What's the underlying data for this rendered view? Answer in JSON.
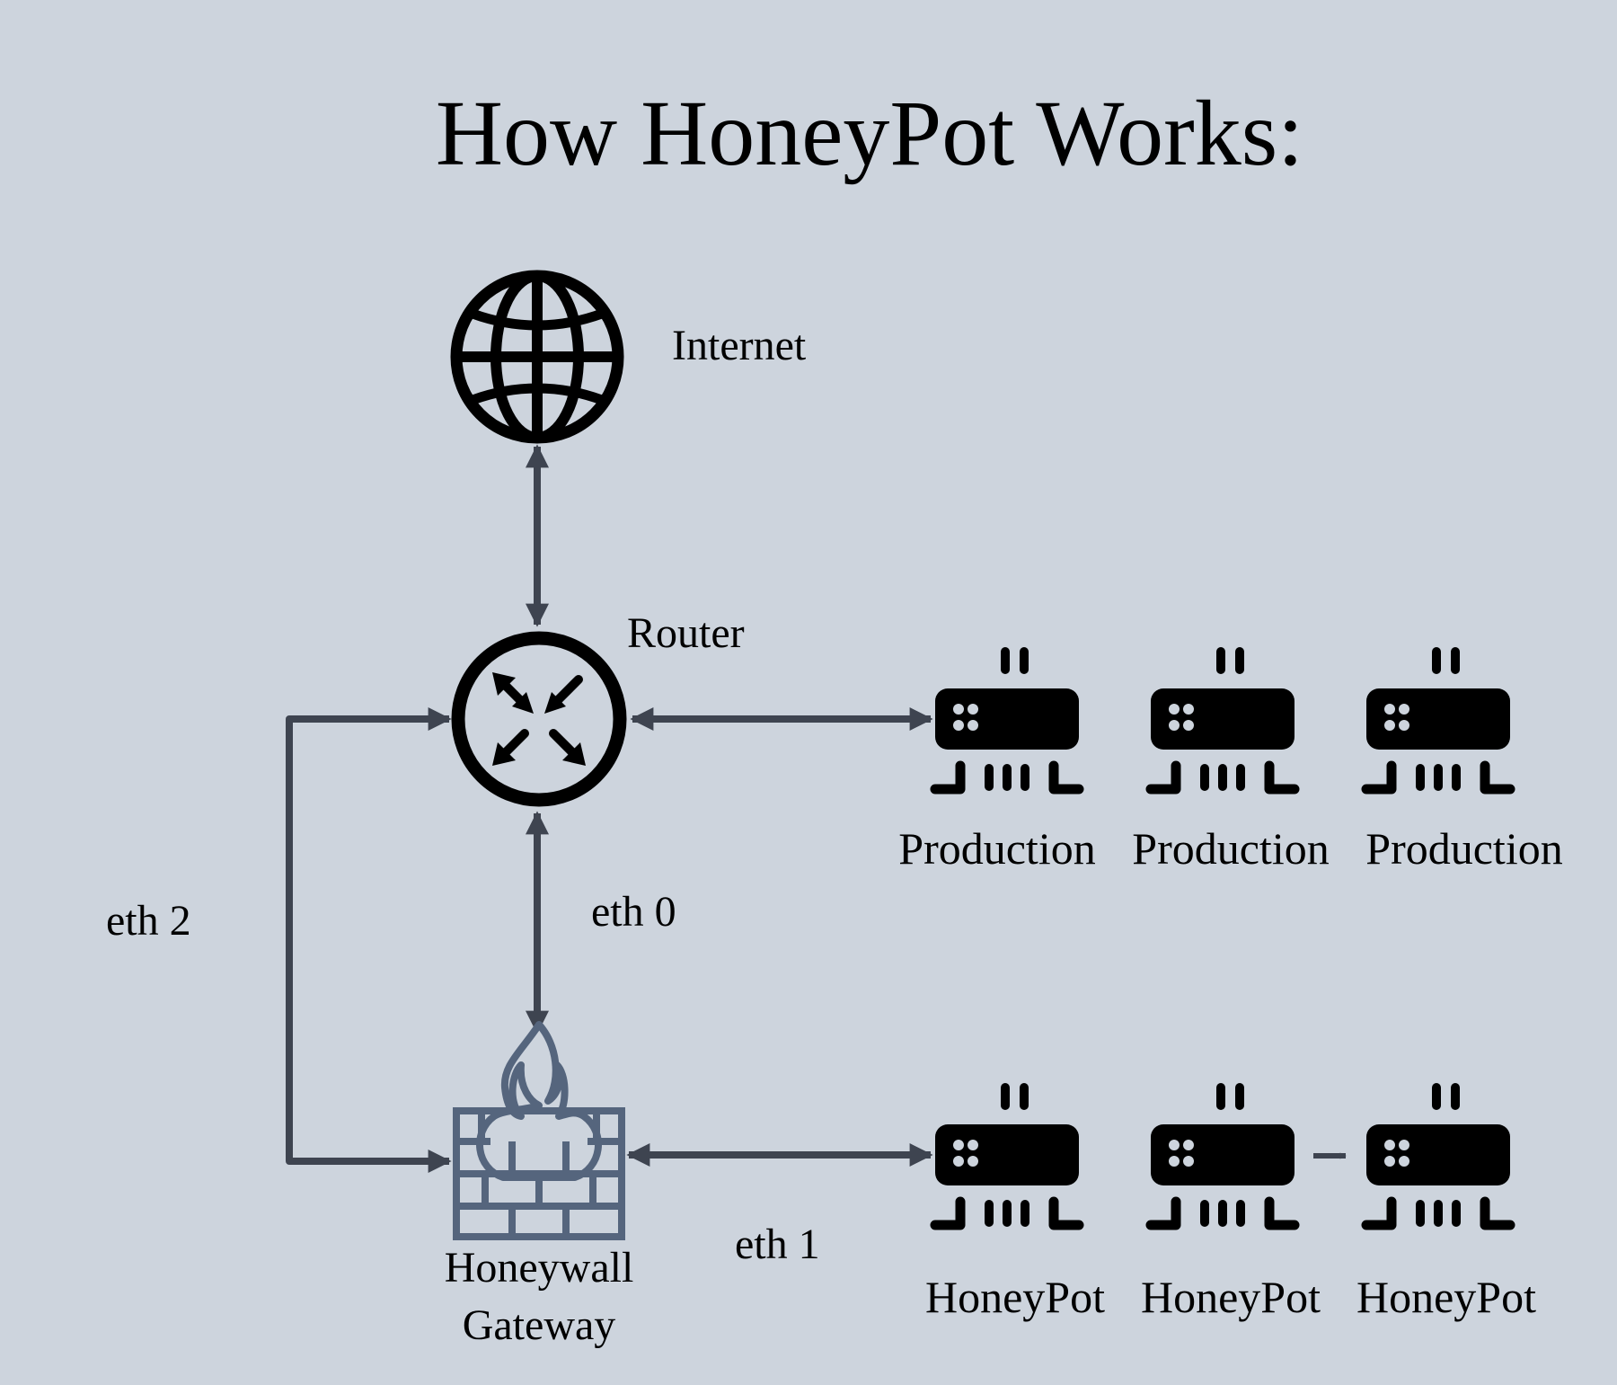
{
  "title": "How HoneyPot Works:",
  "colors": {
    "background": "#cdd4dd",
    "connector": "#3e4450",
    "icon": "#000000",
    "firewall": "#55657d"
  },
  "nodes": {
    "internet": {
      "label": "Internet",
      "icon": "globe-icon"
    },
    "router": {
      "label": "Router",
      "icon": "router-icon"
    },
    "gateway": {
      "label_line1": "Honeywall",
      "label_line2": "Gateway",
      "icon": "firewall-icon"
    },
    "production": [
      {
        "label": "Production",
        "icon": "server-icon"
      },
      {
        "label": "Production",
        "icon": "server-icon"
      },
      {
        "label": "Production",
        "icon": "server-icon"
      }
    ],
    "honeypots": [
      {
        "label": "HoneyPot",
        "icon": "server-icon"
      },
      {
        "label": "HoneyPot",
        "icon": "server-icon"
      },
      {
        "label": "HoneyPot",
        "icon": "server-icon"
      }
    ]
  },
  "links": {
    "eth0": "eth 0",
    "eth1": "eth 1",
    "eth2": "eth 2"
  }
}
